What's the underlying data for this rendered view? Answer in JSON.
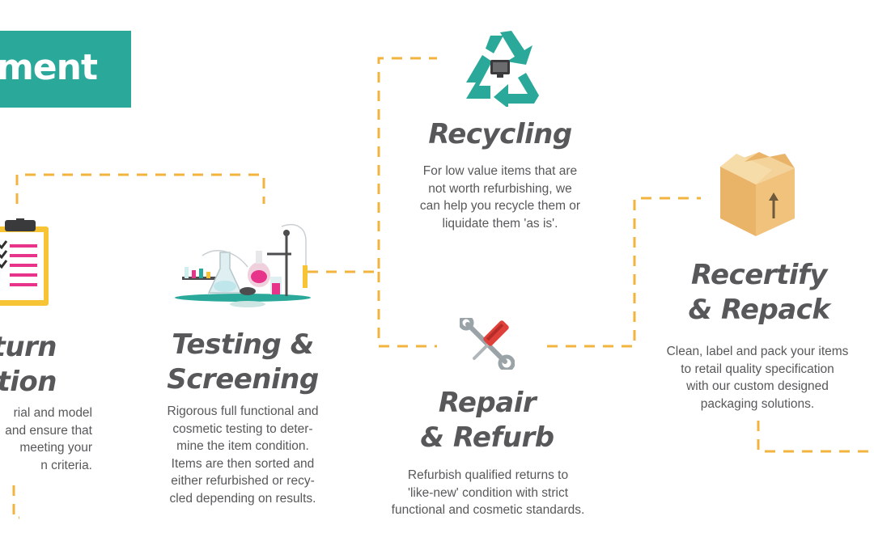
{
  "banner": {
    "text": "ement"
  },
  "steps": [
    {
      "key": "return",
      "title": [
        "eturn",
        "dation"
      ],
      "desc": [
        "rial and model",
        "and ensure that",
        "meeting your",
        "n criteria."
      ]
    },
    {
      "key": "testing",
      "title": [
        "Testing &",
        "Screening"
      ],
      "desc": [
        "Rigorous full functional and",
        "cosmetic testing to deter-",
        "mine the item condition.",
        "Items are then sorted and",
        "either refurbished or recy-",
        "cled depending on results."
      ]
    },
    {
      "key": "recycling",
      "title": [
        "Recycling"
      ],
      "desc": [
        "For low value items that are",
        "not worth refurbishing, we",
        "can help you recycle them or",
        "liquidate them 'as is'."
      ]
    },
    {
      "key": "repair",
      "title": [
        "Repair",
        "& Refurb"
      ],
      "desc": [
        "Refurbish qualified returns to",
        "'like-new' condition with strict",
        "functional and cosmetic standards."
      ]
    },
    {
      "key": "recertify",
      "title": [
        "Recertify",
        "& Repack"
      ],
      "desc": [
        "Clean, label and pack your items",
        "to retail quality specification",
        "with our custom designed",
        "packaging solutions."
      ]
    }
  ],
  "icons": {
    "clipboard": "clipboard-checklist-icon",
    "lab": "lab-equipment-icon",
    "recycle": "recycle-icon",
    "tools": "wrench-screwdriver-icon",
    "box": "cardboard-box-icon"
  },
  "colors": {
    "banner": "#2aa99b",
    "dash": "#f2b43f",
    "text": "#58585a",
    "recycle": "#2aa99b",
    "box": "#eec27a",
    "clipboard": "#f6c434",
    "checklist": "#e7348a"
  }
}
